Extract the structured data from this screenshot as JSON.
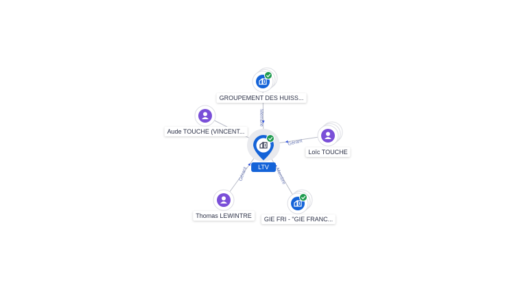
{
  "center": {
    "label": "LTV",
    "type": "company",
    "verified": true
  },
  "nodes": [
    {
      "id": "groupement",
      "label": "GROUPEMENT DES HUISS...",
      "type": "company",
      "verified": true,
      "stacked": true,
      "relation": "Membre"
    },
    {
      "id": "aude",
      "label": "Aude TOUCHE (VINCENT...",
      "type": "person",
      "verified": false,
      "stacked": false,
      "relation": ""
    },
    {
      "id": "loic",
      "label": "Loïc TOUCHE",
      "type": "person",
      "verified": false,
      "stacked": true,
      "relation": "Gérant"
    },
    {
      "id": "thomas",
      "label": "Thomas LEWINTRE",
      "type": "person",
      "verified": false,
      "stacked": false,
      "relation": "Gérant"
    },
    {
      "id": "gie",
      "label": "GIE FRI - \"GIE FRANC...",
      "type": "company",
      "verified": true,
      "stacked": true,
      "relation": "Membre"
    }
  ],
  "colors": {
    "company": "#1463d8",
    "person": "#7a4fd8",
    "verified": "#1f9b4f",
    "edge": "#b9bcc8",
    "edge_label": "#6f7db8",
    "arrow": "#3355dd"
  },
  "icons": {
    "company": "building-icon",
    "person": "person-icon",
    "verified": "check-badge-icon"
  }
}
